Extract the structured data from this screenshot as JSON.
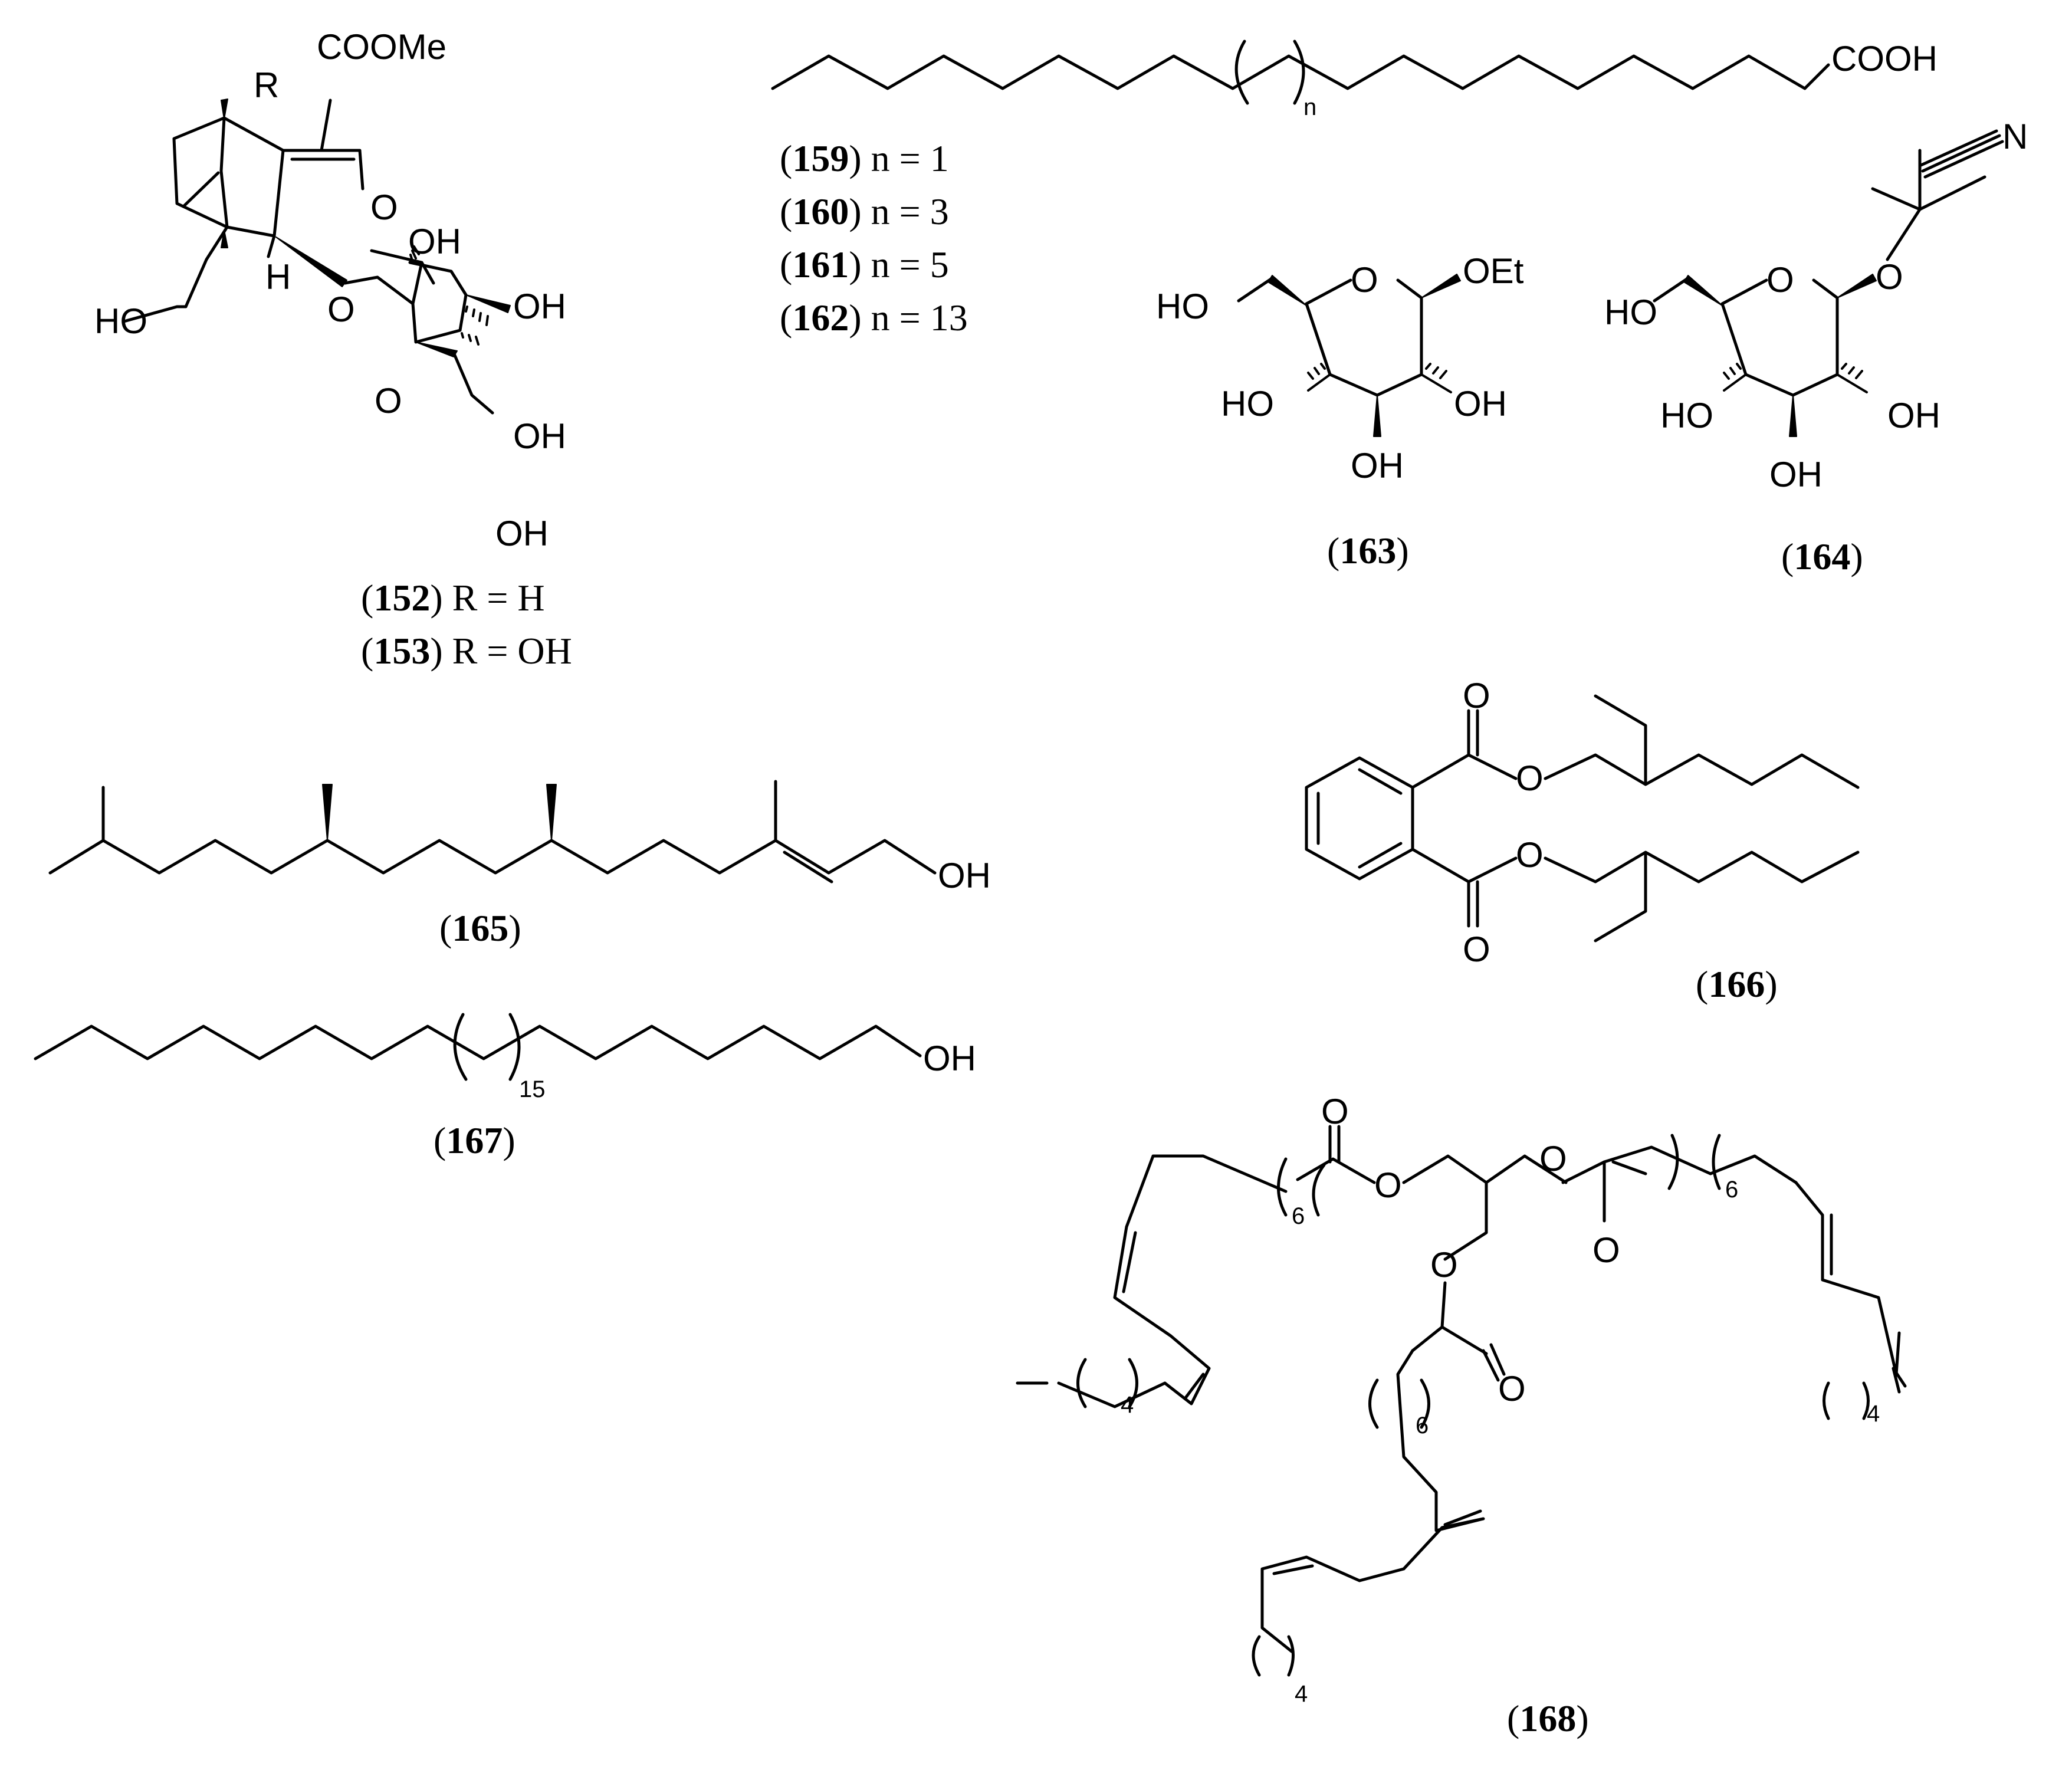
{
  "atoms": {
    "coome": "COOMe",
    "cooh": "COOH",
    "oh": "OH",
    "ho": "HO",
    "o": "O",
    "h": "H",
    "r": "R",
    "oet": "OEt",
    "n": "N"
  },
  "subscripts": {
    "n": "n",
    "s15": "15",
    "s6": "6",
    "s4": "4"
  },
  "labels": {
    "c152": {
      "num": "152",
      "rest": " R = H"
    },
    "c153": {
      "num": "153",
      "rest": " R = OH"
    },
    "c159": {
      "num": "159",
      "rest": " n = 1"
    },
    "c160": {
      "num": "160",
      "rest": " n = 3"
    },
    "c161": {
      "num": "161",
      "rest": " n = 5"
    },
    "c162": {
      "num": "162",
      "rest": " n = 13"
    },
    "c163": {
      "num": "163"
    },
    "c164": {
      "num": "164"
    },
    "c165": {
      "num": "165"
    },
    "c166": {
      "num": "166"
    },
    "c167": {
      "num": "167"
    },
    "c168": {
      "num": "168"
    }
  }
}
